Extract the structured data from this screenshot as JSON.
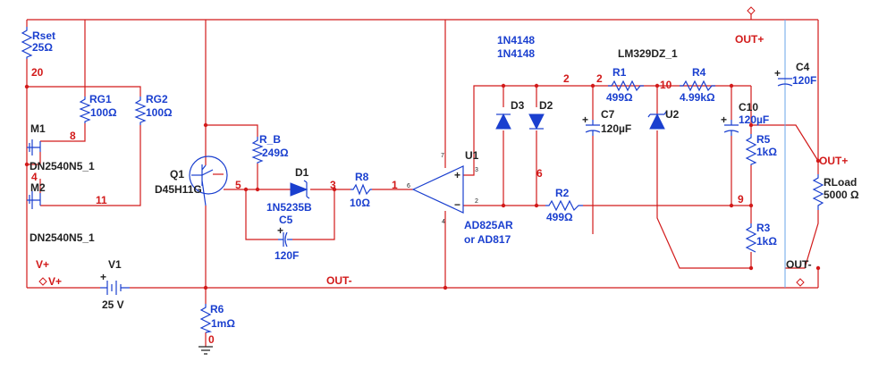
{
  "colors": {
    "wire": "#d21a1a",
    "component": "#1a3fcf",
    "ground_and_pins": "#222222",
    "probe_wire": "#6aa6e8"
  },
  "components": {
    "rset": {
      "name": "Rset",
      "value": "25Ω"
    },
    "rg1": {
      "name": "RG1",
      "value": "100Ω"
    },
    "rg2": {
      "name": "RG2",
      "value": "100Ω"
    },
    "m1": {
      "name": "M1",
      "part": "DN2540N5_1"
    },
    "m2": {
      "name": "M2",
      "part": "DN2540N5_1"
    },
    "q1": {
      "name": "Q1",
      "part": "D45H11G"
    },
    "r_b": {
      "name": "R_B",
      "value": "249Ω"
    },
    "d1": {
      "name": "D1",
      "part": "1N5235B"
    },
    "c5": {
      "name": "C5",
      "value": "120F"
    },
    "r8": {
      "name": "R8",
      "value": "10Ω"
    },
    "u1": {
      "name": "U1",
      "part": "AD825AR",
      "alt": "or AD817"
    },
    "d3": {
      "name": "D3"
    },
    "d2": {
      "name": "D2"
    },
    "diode_parts": [
      "1N4148",
      "1N4148"
    ],
    "r2": {
      "name": "R2",
      "value": "499Ω"
    },
    "c7": {
      "name": "C7",
      "value": "120µF"
    },
    "r1": {
      "name": "R1",
      "value": "499Ω"
    },
    "u2": {
      "name": "U2",
      "part": "LM329DZ_1"
    },
    "r4": {
      "name": "R4",
      "value": "4.99kΩ"
    },
    "c10": {
      "name": "C10",
      "value": "120µF"
    },
    "r5": {
      "name": "R5",
      "value": "1kΩ"
    },
    "r3": {
      "name": "R3",
      "value": "1kΩ"
    },
    "c4": {
      "name": "C4",
      "value": "120F"
    },
    "rload": {
      "name": "RLoad",
      "value": "5000 Ω"
    },
    "v1": {
      "name": "V1",
      "value": "25 V"
    },
    "r6": {
      "name": "R6",
      "value": "1mΩ"
    }
  },
  "nets": {
    "n20": "20",
    "n8": "8",
    "n4": "4",
    "n11": "11",
    "n5": "5",
    "n3": "3",
    "n1": "1",
    "n6": "6",
    "n2a": "2",
    "n2b": "2",
    "n10": "10",
    "n9": "9",
    "n0": "0",
    "out_plus_top": "OUT+",
    "out_plus_right": "OUT+",
    "out_minus_bottom": "OUT-",
    "out_minus_right": "OUT-",
    "v_plus_label": "V+",
    "v_plus_conn": "V+"
  },
  "pins": {
    "u1_7": "7",
    "u1_6": "6",
    "u1_4": "4",
    "u1_3": "3",
    "u1_2": "2"
  },
  "symbols": {
    "c7_plus": "+",
    "c10_plus": "+",
    "c4_plus": "+",
    "c5_plus": "+",
    "v1_plus": "+",
    "u1_plus": "+",
    "u1_minus": "−"
  }
}
